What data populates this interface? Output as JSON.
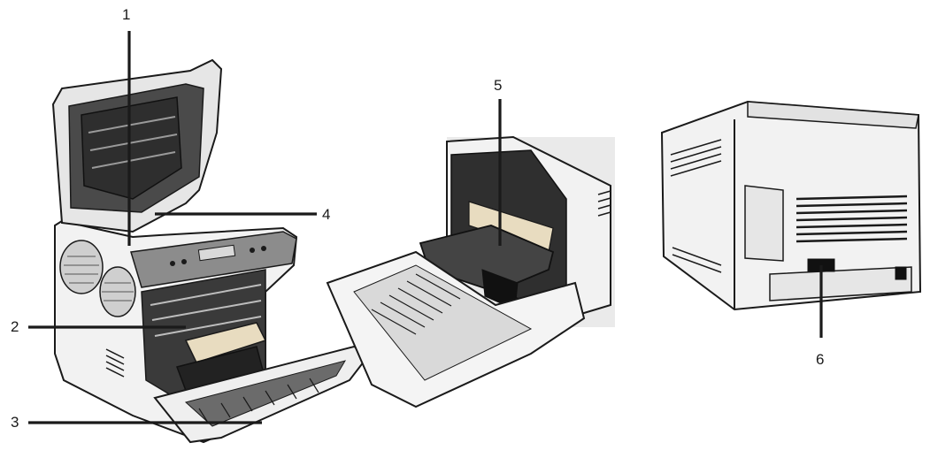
{
  "callouts": [
    {
      "id": "1",
      "label": "1"
    },
    {
      "id": "2",
      "label": "2"
    },
    {
      "id": "3",
      "label": "3"
    },
    {
      "id": "4",
      "label": "4"
    },
    {
      "id": "5",
      "label": "5"
    },
    {
      "id": "6",
      "label": "6"
    }
  ],
  "colors": {
    "line": "#1a1a1a",
    "body_light": "#f2f2f2",
    "body_mid": "#d9d9d9",
    "body_dark": "#8c8c8c",
    "internal_dark": "#3a3a3a",
    "black": "#111111"
  }
}
